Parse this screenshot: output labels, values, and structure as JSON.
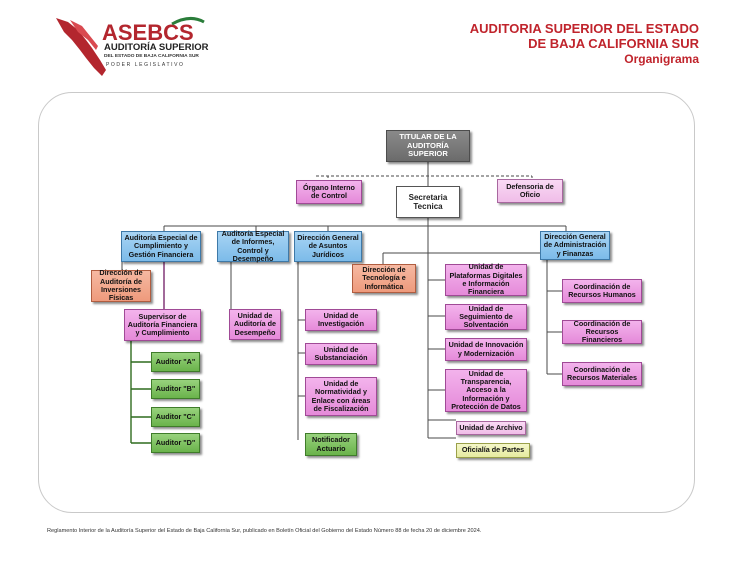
{
  "logo": {
    "name": "ASEBCS",
    "line1": "AUDITORÍA SUPERIOR",
    "line2": "DEL ESTADO DE BAJA CALIFORNIA SUR",
    "line3": "PODER LEGISLATIVO"
  },
  "header": {
    "line1": "AUDITORIA SUPERIOR DEL ESTADO",
    "line2": "DE BAJA CALIFORNIA SUR",
    "line3": "Organigrama"
  },
  "nodes": {
    "titular": "TITULAR DE LA AUDITORÍA SUPERIOR",
    "organo_interno": "Órgano Interno de Control",
    "secretaria": "Secretaria Tecnica",
    "defensoria": "Defensoria de Oficio",
    "ae_cumplimiento": "Auditoría Especial de Cumplimiento y Gestión Financiera",
    "ae_informes": "Auditoría Especial de Informes, Control y Desempeño",
    "dg_juridicos": "Dirección General de Asuntos Jurídicos",
    "dg_admin": "Dirección General de Administración y Finanzas",
    "dir_inversiones": "Dirección de Auditoría de Inversiones Físicas",
    "supervisor": "Supervisor de Auditoría Financiera y Cumplimiento",
    "auditor_a": "Auditor \"A\"",
    "auditor_b": "Auditor \"B\"",
    "auditor_c": "Auditor \"C\"",
    "auditor_d": "Auditor \"D\"",
    "unidad_desempeno": "Unidad de Auditoría de Desempeño",
    "unidad_investigacion": "Unidad de Investigación",
    "unidad_substanciacion": "Unidad de Substanciación",
    "unidad_normatividad": "Unidad de Normatividad y Enlace con áreas de Fiscalización",
    "notificador": "Notificador Actuario",
    "dir_tecnologia": "Dirección de Tecnología e Informática",
    "unidad_plataformas": "Unidad de Plataformas Digitales e Información Financiera",
    "unidad_seguimiento": "Unidad de Seguimiento de Solventación",
    "unidad_innovacion": "Unidad de Innovación y Modernización",
    "unidad_transparencia": "Unidad de Transparencia, Acceso a la Información y Protección de Datos",
    "unidad_archivo": "Unidad de Archivo",
    "oficialia": "Oficialía de Partes",
    "coord_humanos": "Coordinación de Recursos Humanos",
    "coord_financieros": "Coordinación de Recursos Financieros",
    "coord_materiales": "Coordinación de Recursos Materiales"
  },
  "footer": "Reglamento Interior de la Auditoría Superior del Estado de Baja California Sur, publicado en Boletín Oficial del Gobierno del Estado Número 88 de fecha 20 de diciembre 2024.",
  "colors": {
    "header_red": "#c0242c",
    "titular_gray": "#7a7a7a",
    "pink": "#e99ee0",
    "blue": "#8cc4ee",
    "orange": "#f1a88c",
    "green": "#7cc05c",
    "yellow": "#eef1b4",
    "line_dark": "#4a4a4a",
    "line_green": "#2f6b1e",
    "line_purple": "#7a2a6e"
  }
}
